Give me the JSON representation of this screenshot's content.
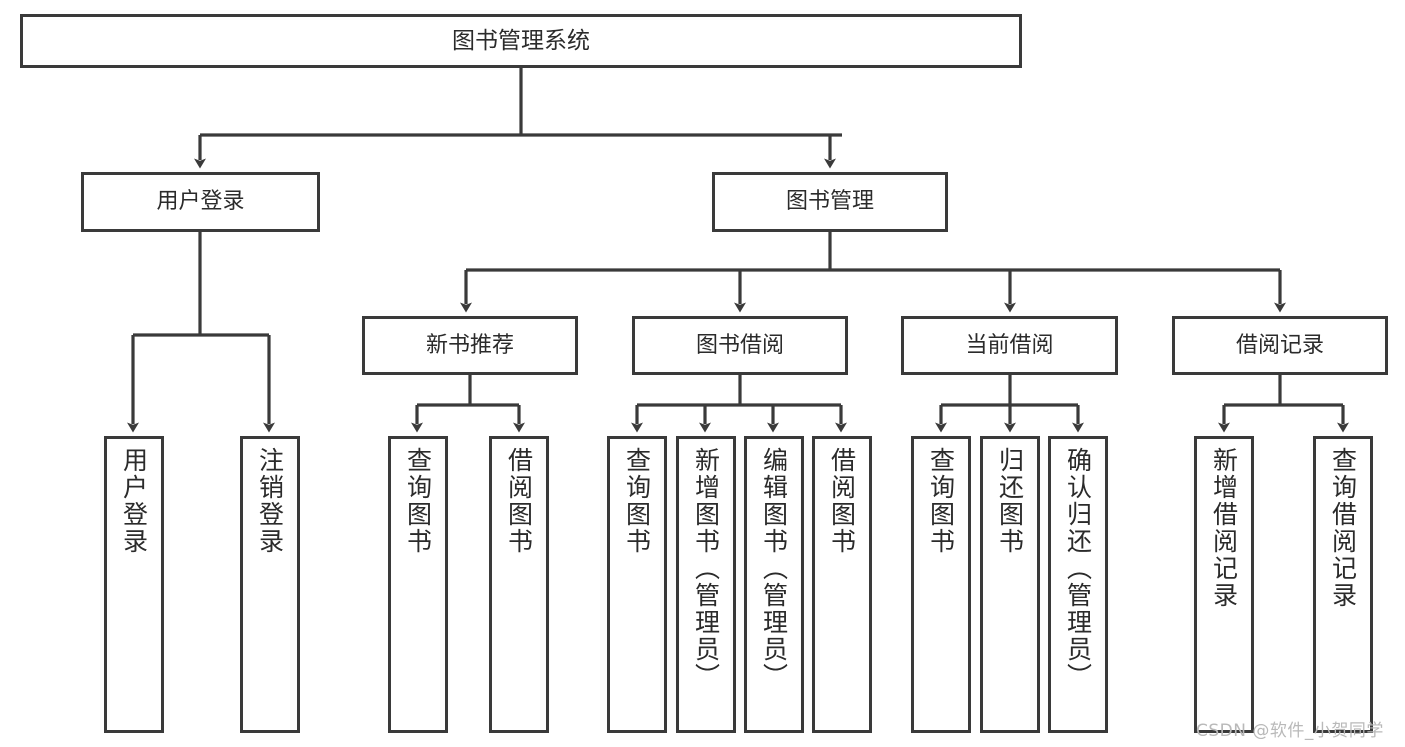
{
  "diagram": {
    "title": "图书管理系统",
    "watermark": "CSDN @软件_小贺同学",
    "colors": {
      "border": "#3a3a3a",
      "fill": "#ffffff",
      "text": "#2b2b2b",
      "watermark": "#b9b9b9"
    },
    "root": {
      "label": "图书管理系统"
    },
    "level2": [
      {
        "label": "用户登录"
      },
      {
        "label": "图书管理"
      }
    ],
    "level3": [
      {
        "label": "新书推荐"
      },
      {
        "label": "图书借阅"
      },
      {
        "label": "当前借阅"
      },
      {
        "label": "借阅记录"
      }
    ],
    "leaves": {
      "user_login": [
        {
          "label": "用户登录"
        },
        {
          "label": "注销登录"
        }
      ],
      "new_book_recommend": [
        {
          "label": "查询图书"
        },
        {
          "label": "借阅图书"
        }
      ],
      "book_borrow": [
        {
          "label": "查询图书"
        },
        {
          "label": "新增图书（管理员）"
        },
        {
          "label": "编辑图书（管理员）"
        },
        {
          "label": "借阅图书"
        }
      ],
      "current_borrow": [
        {
          "label": "查询图书"
        },
        {
          "label": "归还图书"
        },
        {
          "label": "确认归还（管理员）"
        }
      ],
      "borrow_record": [
        {
          "label": "新增借阅记录"
        },
        {
          "label": "查询借阅记录"
        }
      ]
    }
  }
}
